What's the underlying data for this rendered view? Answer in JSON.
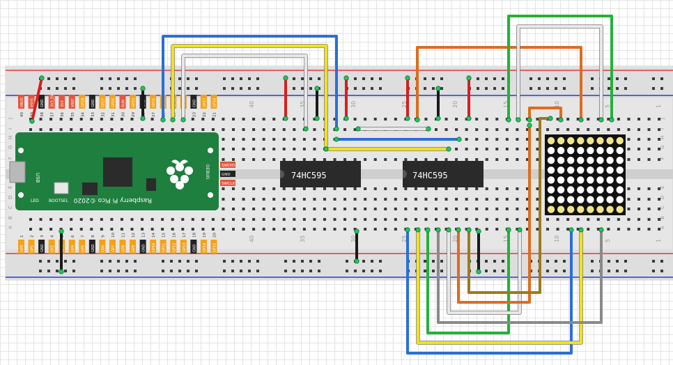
{
  "breadboard": {
    "rail_colors": {
      "positive": "#e53935",
      "negative": "#1e3fd6"
    },
    "row_letters_top": [
      "J",
      "I",
      "H",
      "G",
      "F"
    ],
    "row_letters_bottom": [
      "E",
      "D",
      "C",
      "B",
      "A"
    ],
    "column_numbers": [
      "40",
      "35",
      "30",
      "25",
      "20",
      "15",
      "10",
      "5",
      "1"
    ]
  },
  "pico": {
    "board_text": "Raspberry Pi Pico ©2020",
    "usb_label": "USB",
    "bootsel_label": "BOOTSEL",
    "led_label": "LED",
    "debug_label": "DEBUG",
    "debug_pins": [
      "SWDIO",
      "GND",
      "SWCLK"
    ],
    "pin_numbers_top": [
      "40",
      "39",
      "38",
      "37",
      "36",
      "35",
      "34",
      "33",
      "32",
      "31",
      "30",
      "29",
      "28",
      "27",
      "26",
      "25",
      "24",
      "23",
      "22",
      "21"
    ],
    "pin_numbers_bottom": [
      "1",
      "2",
      "3",
      "4",
      "5",
      "6",
      "7",
      "8",
      "9",
      "10",
      "11",
      "12",
      "13",
      "14",
      "15",
      "16",
      "17",
      "18",
      "19",
      "20"
    ],
    "pin_labels_top": [
      "VBUS",
      "VSYS",
      "GND",
      "3V3_EN",
      "3V3",
      "VREF",
      "GP28",
      "GND",
      "GP27",
      "GP26",
      "RUN",
      "GP22",
      "GND",
      "GP21",
      "GP20",
      "GP19",
      "GP18",
      "GND",
      "GP17",
      "GP16"
    ],
    "pin_labels_bottom": [
      "GP0",
      "GP1",
      "GND",
      "GP2",
      "GP3",
      "GP4",
      "GP5",
      "GND",
      "GP6",
      "GP7",
      "GP8",
      "GP9",
      "GND",
      "GP10",
      "GP11",
      "GP12",
      "GP13",
      "GND",
      "GP14",
      "GP15"
    ]
  },
  "chips": [
    {
      "label": "74HC595"
    },
    {
      "label": "74HC595"
    }
  ],
  "matrix": {
    "rows": 8,
    "cols": 8
  },
  "wire_colors": {
    "red": "#d81e1e",
    "black": "#1a1a1a",
    "blue": "#2a6fd6",
    "yellow": "#f2e21a",
    "white": "#e8e8e8",
    "gray": "#8a8a8a",
    "orange": "#de6c1d",
    "green": "#22b23a",
    "brown": "#9c7a1e"
  }
}
